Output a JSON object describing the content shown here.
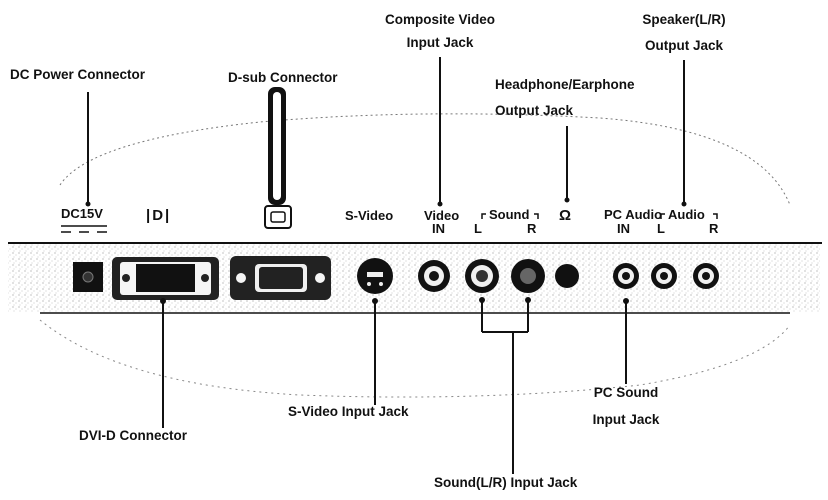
{
  "callouts": {
    "dc_power": "DC Power Connector",
    "dsub": "D-sub Connector",
    "composite_l1": "Composite Video",
    "composite_l2": "Input Jack",
    "speaker_l1": "Speaker(L/R)",
    "speaker_l2": "Output Jack",
    "headphone_l1": "Headphone/Earphone",
    "headphone_l2": "Output Jack",
    "dvid": "DVI-D Connector",
    "svideo_input": "S-Video Input Jack",
    "pcsound_l1": "PC Sound",
    "pcsound_l2": "Input Jack",
    "sound_input": "Sound(L/R) Input Jack"
  },
  "panel_labels": {
    "dc15v": "DC15V",
    "dvi_symbol": "|D|",
    "svideo": "S-Video",
    "video": "Video",
    "video_in": "IN",
    "sound": "Sound",
    "sound_l": "L",
    "sound_r": "R",
    "headphone_symbol": "Ω",
    "pc_audio": "PC Audio",
    "pc_audio_in": "IN",
    "audio": "Audio",
    "audio_l": "L",
    "audio_r": "R"
  }
}
